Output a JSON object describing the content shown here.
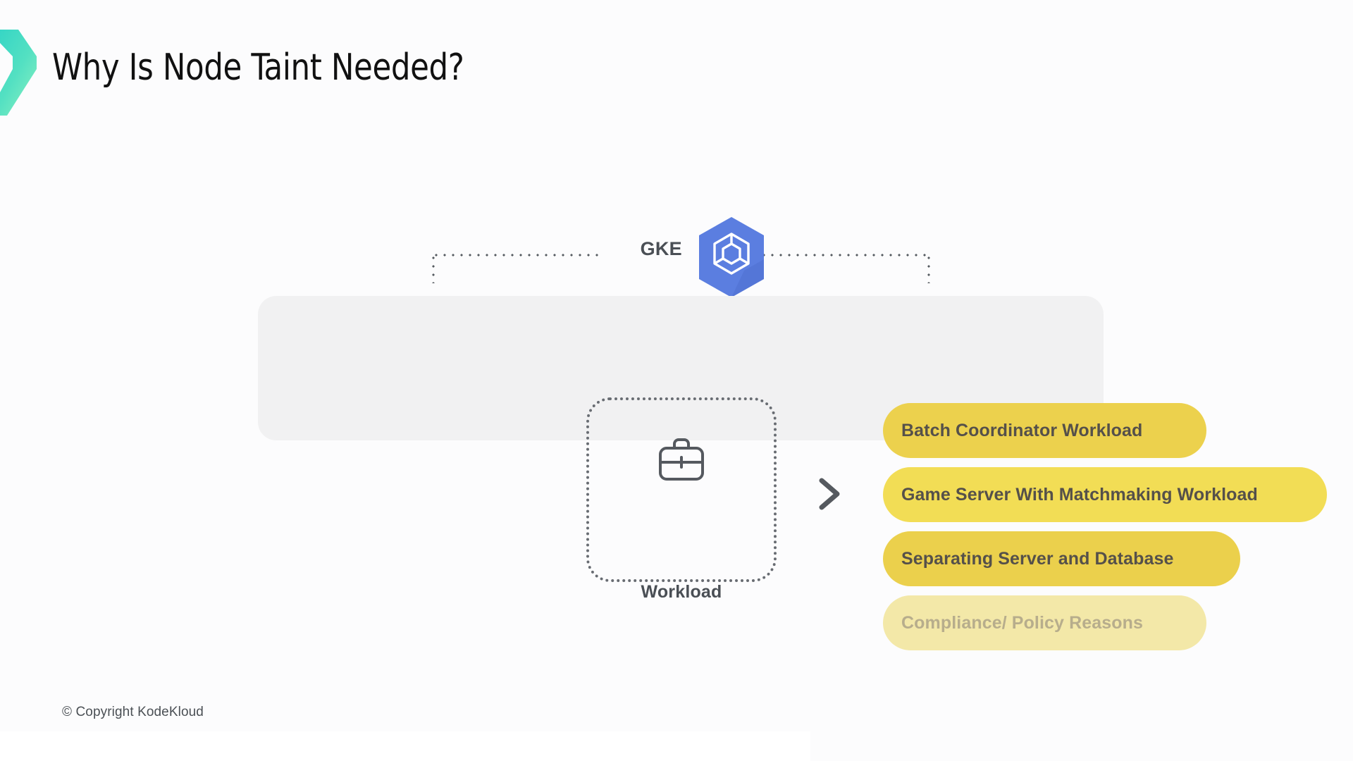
{
  "slide": {
    "title": "Why Is Node Taint Needed?",
    "background_color": "#fcfcfd",
    "copyright": "© Copyright KodeKloud"
  },
  "brand": {
    "chevron_icon": "chevron-right-brand-icon",
    "gradient_from": "#2ed3c6",
    "gradient_to": "#8ef2c0"
  },
  "diagram": {
    "cluster": {
      "label": "GKE",
      "logo_icon": "gke-hexagon-icon",
      "logo_color": "#5b7ee0",
      "brace_icon": "dotted-brace-icon",
      "node_box_color": "#f1f1f2"
    },
    "workload": {
      "label": "Workload",
      "icon": "briefcase-icon",
      "border_style": "dotted",
      "border_color": "#686c72"
    },
    "flow_arrow_icon": "chevron-right-icon",
    "pills": [
      {
        "label": "Batch Coordinator Workload",
        "color": "#ecd14d",
        "text_color": "#55504a",
        "state": "active"
      },
      {
        "label": "Game Server With Matchmaking Workload",
        "color": "#f2dd55",
        "text_color": "#55504a",
        "state": "active"
      },
      {
        "label": "Separating Server and Database",
        "color": "#ebd04c",
        "text_color": "#55504a",
        "state": "active"
      },
      {
        "label": "Compliance/ Policy Reasons",
        "color": "#f3e8a8",
        "text_color": "#b7ad8c",
        "state": "faded"
      }
    ]
  }
}
